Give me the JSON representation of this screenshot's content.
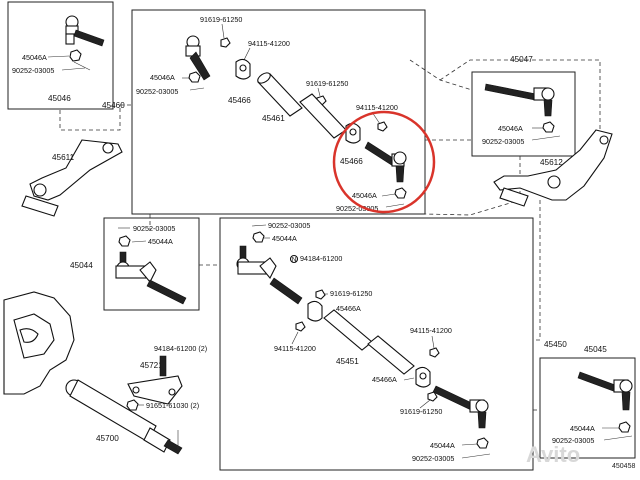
{
  "labels": {
    "p45046": "45046",
    "p45046A_tl": "45046A",
    "p90252_tl": "90252-03005",
    "p45460": "45460",
    "p45611": "45611",
    "p91619_a": "91619-61250",
    "p45046A_a": "45046A",
    "p90252_a": "90252-03005",
    "p94115_a": "94115-41200",
    "p45466_a": "45466",
    "p45461": "45461",
    "p91619_b": "91619-61250",
    "p94115_b": "94115-41200",
    "p45466_b": "45466",
    "p45046A_b": "45046A",
    "p90252_b": "90252-03005",
    "p45047": "45047",
    "p45046A_r": "45046A",
    "p90252_r": "90252-03005",
    "p45612": "45612",
    "p90252_c": "90252-03005",
    "p45044A_c": "45044A",
    "p45044": "45044",
    "p90252_d": "90252-03005",
    "p45044A_d": "45044A",
    "p94184_a": "94184-61200",
    "p91619_c": "91619-61250",
    "p45466A_a": "45466A",
    "p94115_c": "94115-41200",
    "p45451": "45451",
    "p94115_d": "94115-41200",
    "p45466A_b": "45466A",
    "p91619_d": "91619-61250",
    "p45044A_e": "45044A",
    "p90252_e": "90252-03005",
    "p45450": "45450",
    "p45045": "45045",
    "p45044A_f": "45044A",
    "p90252_f": "90252-03005",
    "p94184_b": "94184-61200 (2)",
    "p45721": "45721",
    "p91651": "91651-61030 (2)",
    "p45700": "45700",
    "doc_number": "450458",
    "watermark": "Avito"
  },
  "colors": {
    "highlight_circle": "#d9342b",
    "line": "#111111",
    "watermark": "#d8d8d8"
  }
}
